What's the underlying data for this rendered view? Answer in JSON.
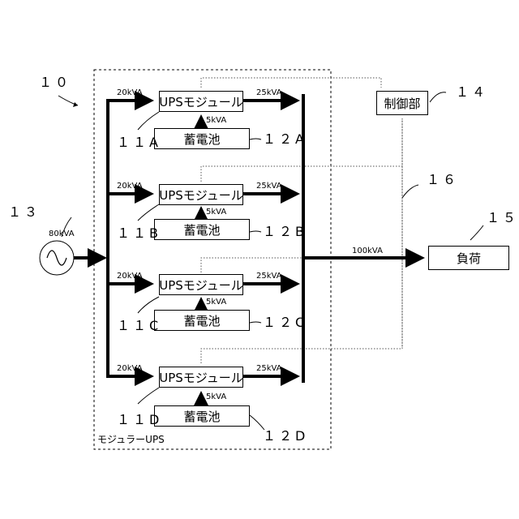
{
  "labels": {
    "system_ref": "１０",
    "source_ref": "１３",
    "source_rating": "80kVA",
    "controller_ref": "１４",
    "controller_name": "制御部",
    "load_ref": "１５",
    "load_name": "負荷",
    "line_ref": "１６",
    "output_rating": "100kVA",
    "modular_ups_name": "モジュラーUPS"
  },
  "modules": [
    {
      "name": "UPSモジュール",
      "ref": "１１A",
      "battery": "蓄電池",
      "battery_ref": "１２A",
      "in_rating": "20kVA",
      "out_rating": "25kVA",
      "battery_rating": "5kVA"
    },
    {
      "name": "UPSモジュール",
      "ref": "１１B",
      "battery": "蓄電池",
      "battery_ref": "１２B",
      "in_rating": "20kVA",
      "out_rating": "25kVA",
      "battery_rating": "5kVA"
    },
    {
      "name": "UPSモジュール",
      "ref": "１１C",
      "battery": "蓄電池",
      "battery_ref": "１２C",
      "in_rating": "20kVA",
      "out_rating": "25kVA",
      "battery_rating": "5kVA"
    },
    {
      "name": "UPSモジュール",
      "ref": "１１D",
      "battery": "蓄電池",
      "battery_ref": "１２D",
      "in_rating": "20kVA",
      "out_rating": "25kVA",
      "battery_rating": "5kVA"
    }
  ]
}
